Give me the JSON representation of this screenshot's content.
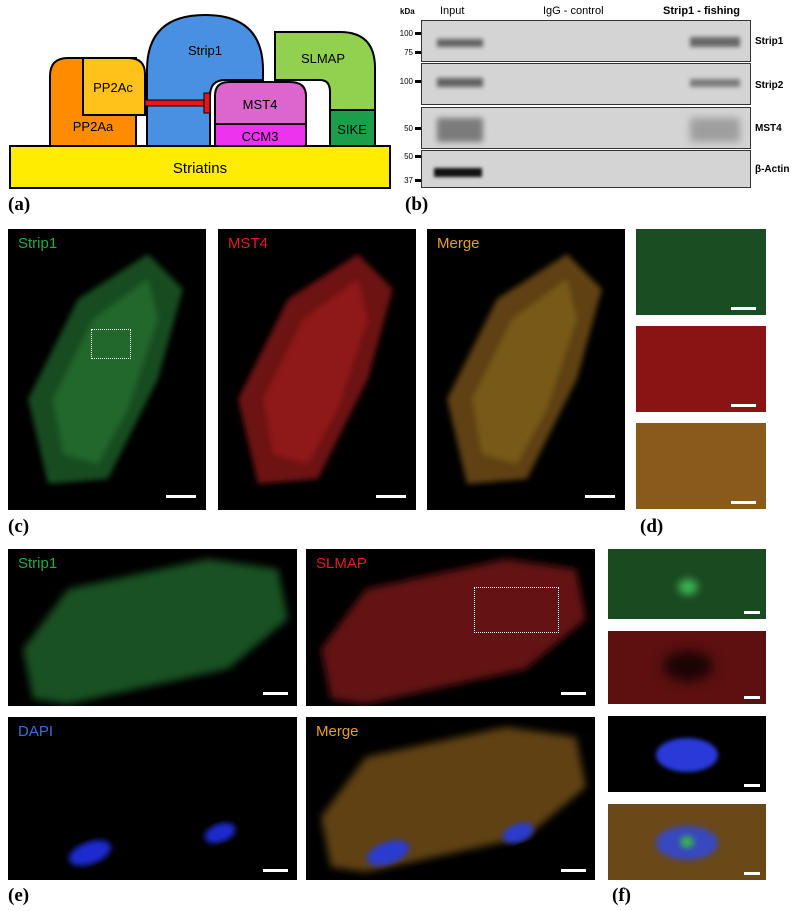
{
  "panel_labels": {
    "a": "(a)",
    "b": "(b)",
    "c": "(c)",
    "d": "(d)",
    "e": "(e)",
    "f": "(f)"
  },
  "diagram": {
    "striatins": "Striatins",
    "pp2aa": "PP2Aa",
    "pp2ac": "PP2Ac",
    "strip1": "Strip1",
    "mst4": "MST4",
    "ccm3": "CCM3",
    "slmap": "SLMAP",
    "sike": "SIKE",
    "colors": {
      "striatins": "#ffec00",
      "pp2aa": "#ff8c00",
      "pp2ac": "#ffc21a",
      "strip1": "#4a90e2",
      "mst4": "#dd66cc",
      "ccm3": "#ee33ee",
      "slmap": "#92d050",
      "sike": "#1a9e4a",
      "inhibition": "#e8161a"
    }
  },
  "western_blot": {
    "unit": "kDa",
    "columns": [
      "Input",
      "IgG - control",
      "Strip1 - fishing"
    ],
    "rows": [
      {
        "label": "Strip1",
        "markers": [
          "100",
          "75"
        ]
      },
      {
        "label": "Strip2",
        "markers": [
          "100"
        ]
      },
      {
        "label": "MST4",
        "markers": [
          "50"
        ]
      },
      {
        "label": "β-Actin",
        "markers": [
          "50",
          "37"
        ]
      }
    ]
  },
  "panel_c": [
    {
      "label": "Strip1",
      "color": "#22aa44"
    },
    {
      "label": "MST4",
      "color": "#e01e1e"
    },
    {
      "label": "Merge",
      "color": "#e8a020"
    }
  ],
  "panel_e": [
    {
      "label": "Strip1",
      "color": "#22aa44"
    },
    {
      "label": "SLMAP",
      "color": "#e01e1e"
    },
    {
      "label": "DAPI",
      "color": "#3a6fd8"
    },
    {
      "label": "Merge",
      "color": "#e8a020"
    }
  ]
}
